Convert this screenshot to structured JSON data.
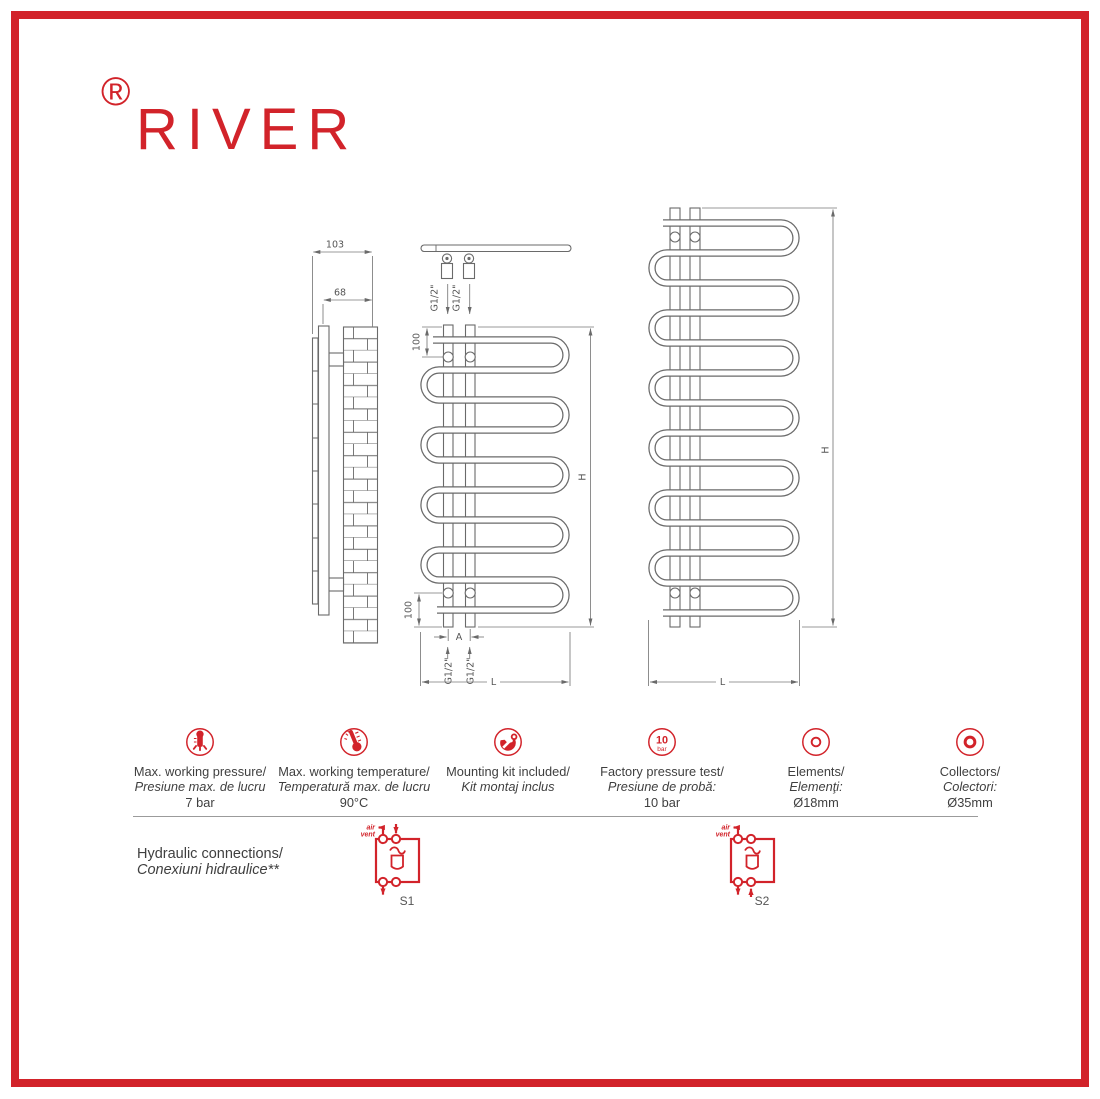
{
  "brand": {
    "registered": "®",
    "name": "RIVER",
    "accent_color": "#d2232a"
  },
  "drawings": {
    "side": {
      "depth_mm": "103",
      "bracket_depth_mm": "68"
    },
    "front1": {
      "top_offset_mm": "100",
      "bottom_offset_mm": "100",
      "connection": "G1/2\"",
      "height_label": "H",
      "length_label": "L",
      "axis_label": "A"
    },
    "front2": {
      "height_label": "H",
      "length_label": "L"
    }
  },
  "specs": [
    {
      "icon": "pressure-gauge-icon",
      "label_en": "Max. working pressure/",
      "label_ro": "Presiune max. de lucru",
      "value": "7 bar"
    },
    {
      "icon": "thermometer-icon",
      "label_en": "Max. working temperature/",
      "label_ro": "Temperatură max. de lucru",
      "value": "90°C"
    },
    {
      "icon": "mounting-kit-icon",
      "label_en": "Mounting kit included/",
      "label_ro": "Kit montaj inclus",
      "value": ""
    },
    {
      "icon": "pressure-test-icon",
      "icon_value": "10",
      "icon_unit": "bar",
      "label_en": "Factory pressure test/",
      "label_ro": "Presiune de probă:",
      "value": "10 bar"
    },
    {
      "icon": "element-diameter-icon",
      "label_en": "Elements/",
      "label_ro": "Elemenţi:",
      "value": "Ø18mm"
    },
    {
      "icon": "collector-diameter-icon",
      "label_en": "Collectors/",
      "label_ro": "Colectori:",
      "value": "Ø35mm"
    }
  ],
  "hydraulic": {
    "label_en": "Hydraulic connections/",
    "label_ro": "Conexiuni hidraulice**",
    "air_vent_line1": "air",
    "air_vent_line2": "vent",
    "scheme1": "S1",
    "scheme2": "S2"
  }
}
